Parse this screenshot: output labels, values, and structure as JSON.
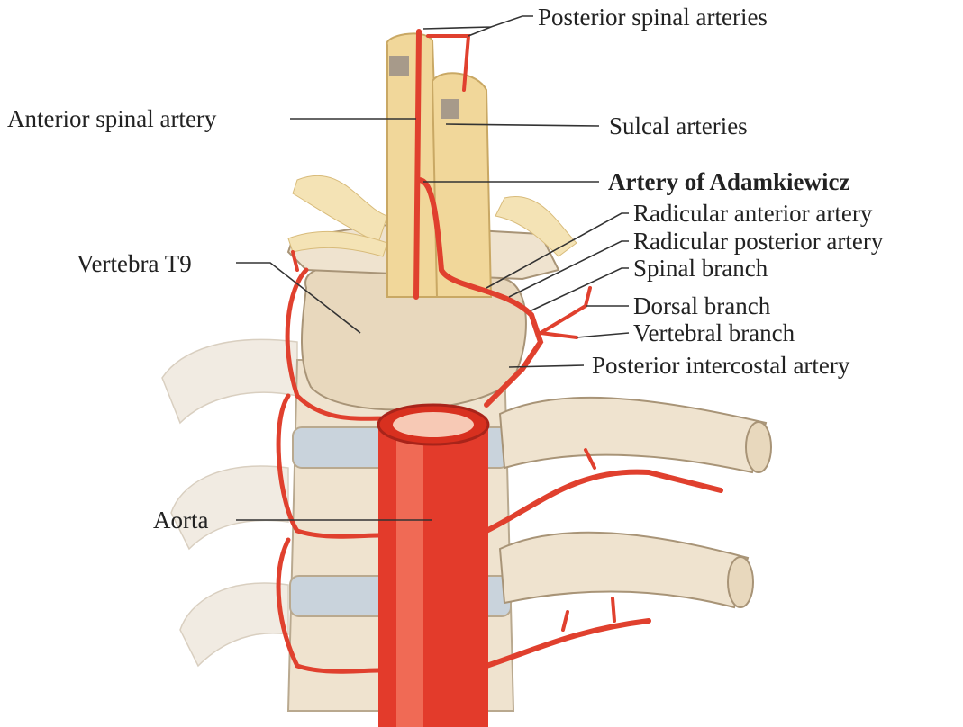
{
  "title": "Blood supply of the spinal cord at T9",
  "labels": {
    "posterior_spinal_arteries": "Posterior spinal arteries",
    "anterior_spinal_artery": "Anterior spinal artery",
    "sulcal_arteries": "Sulcal arteries",
    "artery_of_adamkiewicz": "Artery of Adamkiewicz",
    "radicular_anterior_artery": "Radicular anterior artery",
    "radicular_posterior_artery": "Radicular posterior artery",
    "spinal_branch": "Spinal branch",
    "dorsal_branch": "Dorsal branch",
    "vertebral_branch": "Vertebral branch",
    "posterior_intercostal_artery": "Posterior intercostal artery",
    "vertebra_t9": "Vertebra T9",
    "aorta": "Aorta"
  },
  "colors": {
    "artery": "#e0402e",
    "bone": "#efe3cf",
    "cord": "#f1d79a",
    "disc": "#c9d3dc"
  }
}
